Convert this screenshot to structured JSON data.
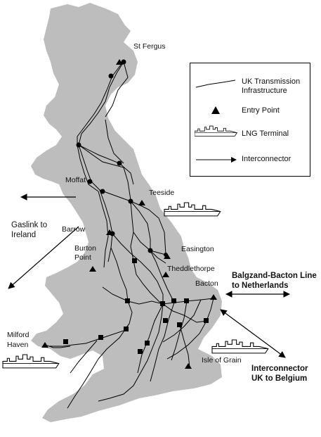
{
  "places": {
    "st_fergus": "St Fergus",
    "moffat": "Moffat",
    "teeside": "Teeside",
    "barrow": "Barrow",
    "burton_point_line1": "Burton",
    "burton_point_line2": "Point",
    "easington": "Easington",
    "theddlethorpe": "Theddlethorpe",
    "bacton": "Bacton",
    "milford_haven_line1": "Milford",
    "milford_haven_line2": "Haven",
    "isle_of_grain": "Isle of Grain"
  },
  "callouts": {
    "gaslink_line1": "Gaslink to",
    "gaslink_line2": "Ireland",
    "balgzand_line1": "Balgzand-Bacton Line",
    "balgzand_line2": "to Netherlands",
    "interconnector_line1": "Interconnector",
    "interconnector_line2": "UK to Belgium"
  },
  "legend": {
    "transmission_line1": "UK Transmission",
    "transmission_line2": "Infrastructure",
    "entry_point": "Entry Point",
    "lng_terminal": "LNG Terminal",
    "interconnector": "Interconnector"
  },
  "colors": {
    "land": "#bdbdbd",
    "sea": "#ffffff",
    "pipeline": "#000000",
    "lng_light": "#ffffff"
  },
  "icons": {
    "entry_point": "triangle",
    "lng_terminal": "ship",
    "node": "circle",
    "compressor": "square",
    "interconnector": "arrow"
  }
}
